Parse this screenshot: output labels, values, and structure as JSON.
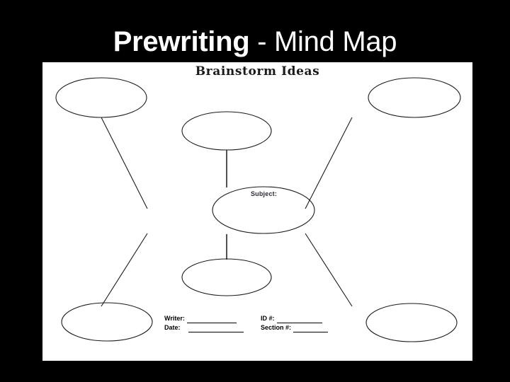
{
  "slide": {
    "background_color": "#000000",
    "title": {
      "bold_part": "Prewriting",
      "normal_part": " - Mind Map",
      "color": "#ffffff"
    }
  },
  "worksheet": {
    "background_color": "#ffffff",
    "heading": "Brainstorm Ideas",
    "stroke_color": "#1a1a1a",
    "center_node": {
      "label": "Subject:"
    },
    "branch_nodes": [
      {
        "position": "top-left",
        "label": ""
      },
      {
        "position": "top-center",
        "label": ""
      },
      {
        "position": "top-right",
        "label": ""
      },
      {
        "position": "bottom-center",
        "label": ""
      },
      {
        "position": "bottom-left",
        "label": ""
      },
      {
        "position": "bottom-right",
        "label": ""
      }
    ],
    "connectors": [
      {
        "from": "center",
        "to": "top-left"
      },
      {
        "from": "center",
        "to": "top-center"
      },
      {
        "from": "center",
        "to": "top-right"
      },
      {
        "from": "center",
        "to": "bottom-left"
      },
      {
        "from": "center",
        "to": "bottom-center"
      },
      {
        "from": "center",
        "to": "bottom-right"
      }
    ],
    "form": {
      "writer_label": "Writer:",
      "writer_value": "",
      "date_label": "Date:",
      "date_value": "",
      "id_label": "ID #:",
      "id_value": "",
      "section_label": "Section #:",
      "section_value": ""
    }
  }
}
